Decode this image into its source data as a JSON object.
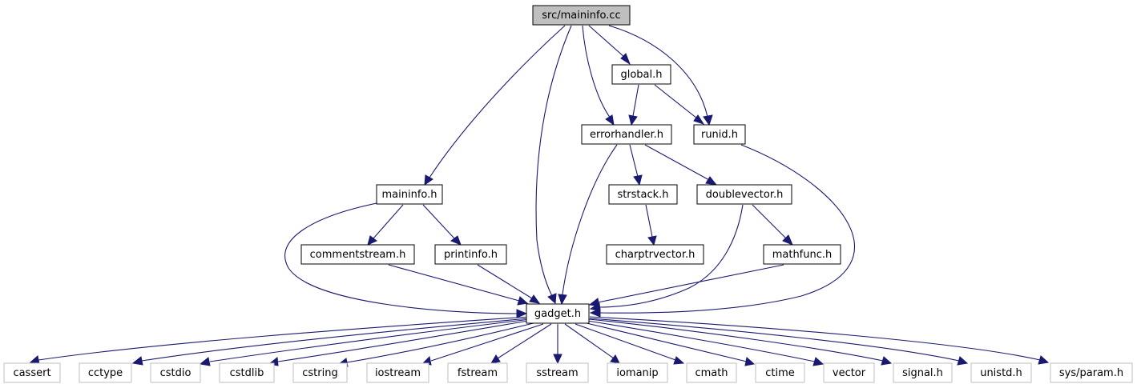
{
  "colors": {
    "edge": "#191970",
    "root_fill": "#bfbfbf",
    "node_border": "#000000",
    "system_border": "#bfbfbf"
  },
  "nodes": {
    "src_maininfo_cc": "src/maininfo.cc",
    "global_h": "global.h",
    "errorhandler_h": "errorhandler.h",
    "runid_h": "runid.h",
    "maininfo_h": "maininfo.h",
    "strstack_h": "strstack.h",
    "doublevector_h": "doublevector.h",
    "commentstream_h": "commentstream.h",
    "printinfo_h": "printinfo.h",
    "charptrvector_h": "charptrvector.h",
    "mathfunc_h": "mathfunc.h",
    "gadget_h": "gadget.h",
    "cassert": "cassert",
    "cctype": "cctype",
    "cstdio": "cstdio",
    "cstdlib": "cstdlib",
    "cstring": "cstring",
    "iostream": "iostream",
    "fstream": "fstream",
    "sstream": "sstream",
    "iomanip": "iomanip",
    "cmath": "cmath",
    "ctime": "ctime",
    "vector": "vector",
    "signal_h": "signal.h",
    "unistd_h": "unistd.h",
    "sys_param_h": "sys/param.h"
  }
}
